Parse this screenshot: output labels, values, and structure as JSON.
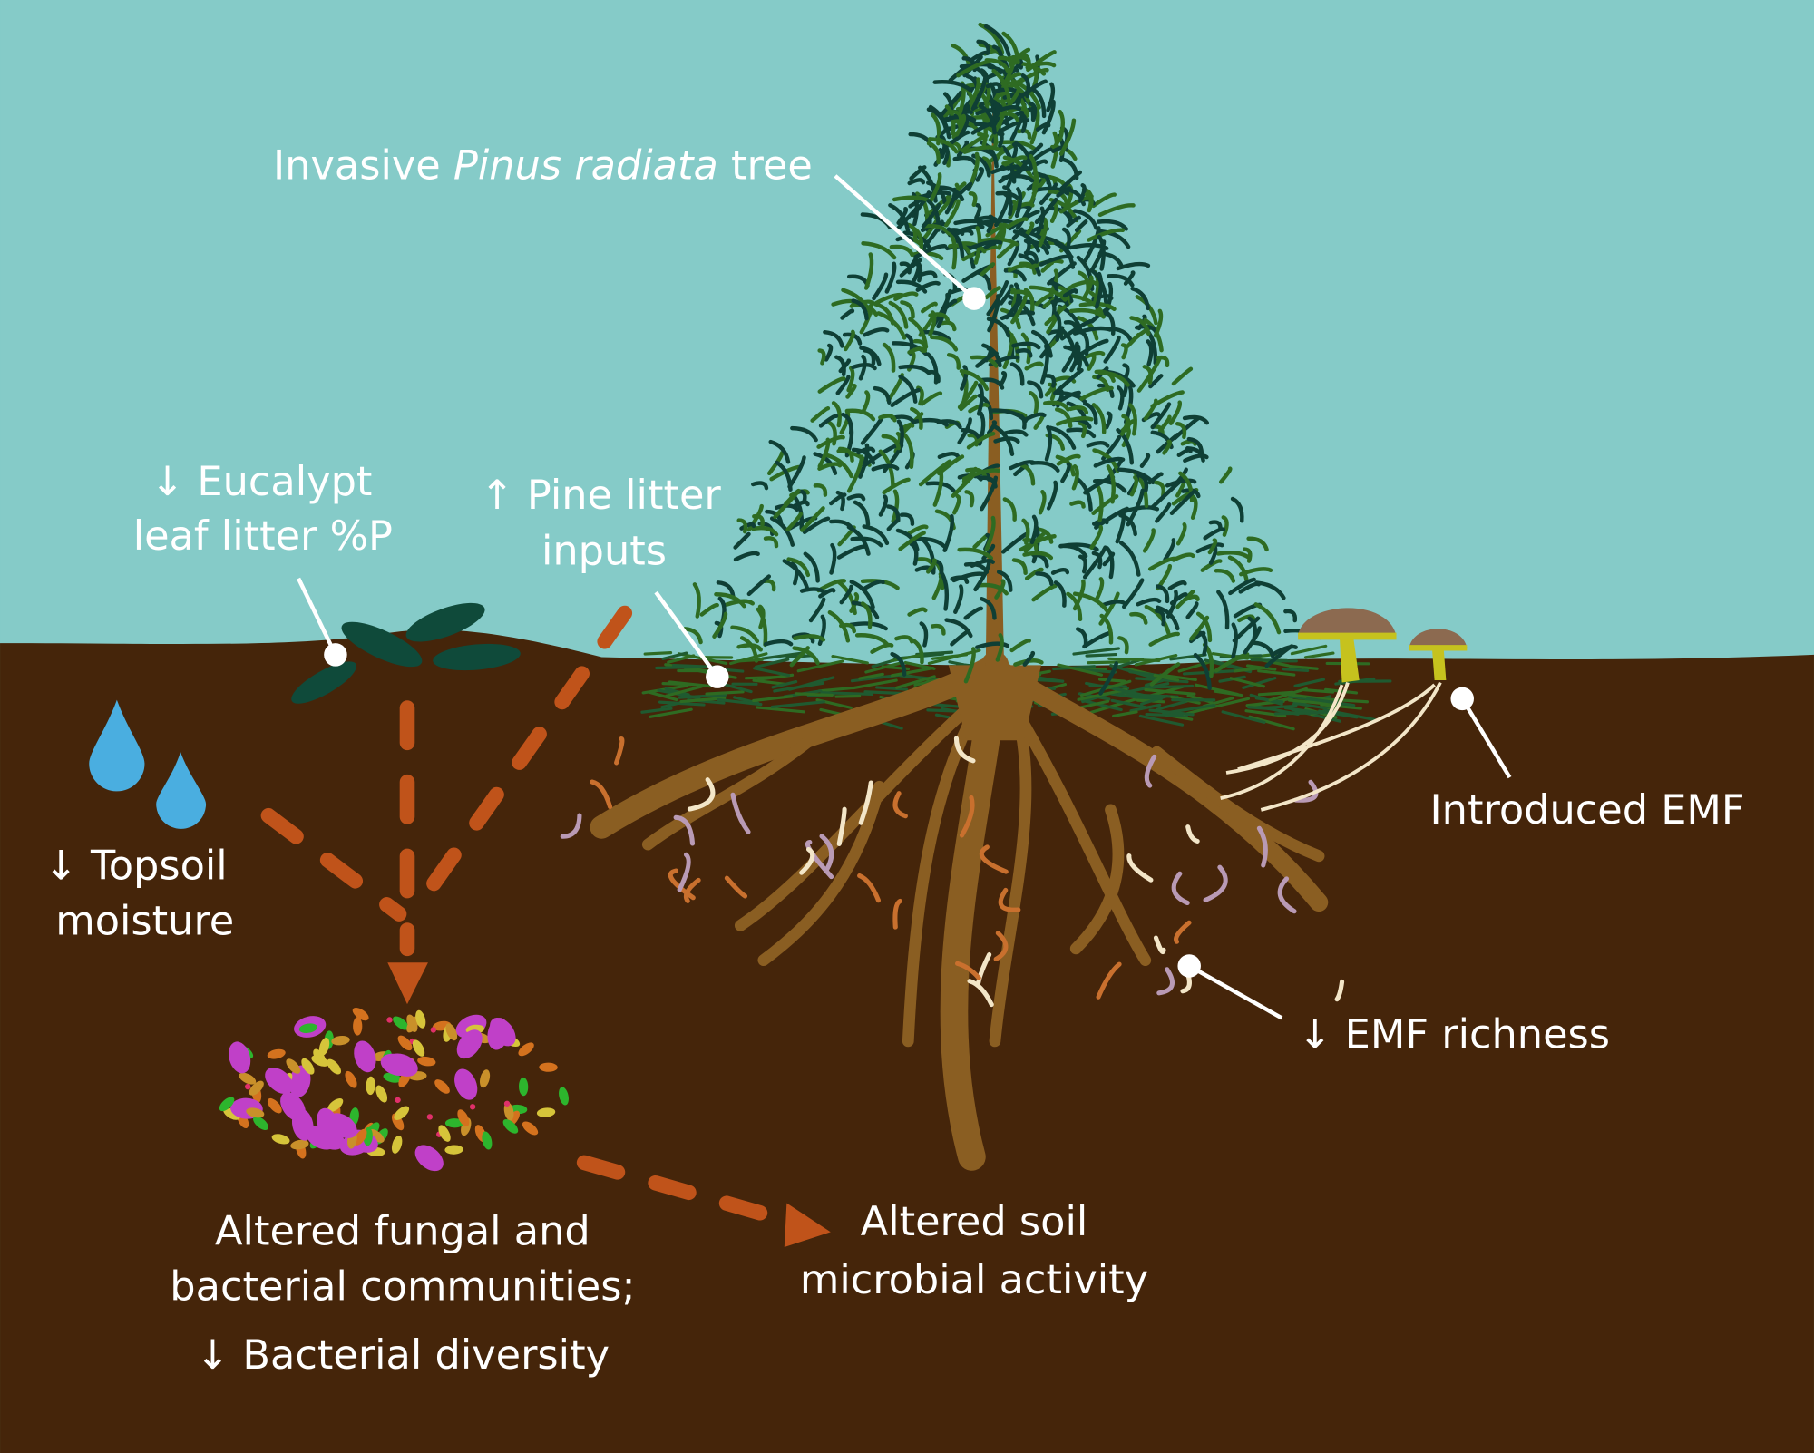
{
  "colors": {
    "sky": "#85CBC8",
    "soil": "#45250A",
    "arrow": "#C0531A",
    "tree_dark": "#0F3F35",
    "tree_light": "#2E6B22",
    "root": "#8A5E22",
    "water": "#4AAEE0"
  },
  "labels": {
    "tree_prefix": "Invasive ",
    "tree_species": "Pinus radiata",
    "tree_suffix": " tree",
    "eucalypt_line1": "↓ Eucalypt",
    "eucalypt_line2": "leaf litter %P",
    "pine_line1": "↑ Pine litter",
    "pine_line2": "inputs",
    "topsoil_line1": "↓ Topsoil",
    "topsoil_line2": "moisture",
    "introduced_emf": "Introduced EMF",
    "emf_richness": "↓ EMF richness",
    "communities_line1": "Altered fungal and",
    "communities_line2": "bacterial communities;",
    "communities_line3": "↓ Bacterial diversity",
    "activity_line1": "Altered soil",
    "activity_line2": "microbial activity"
  }
}
